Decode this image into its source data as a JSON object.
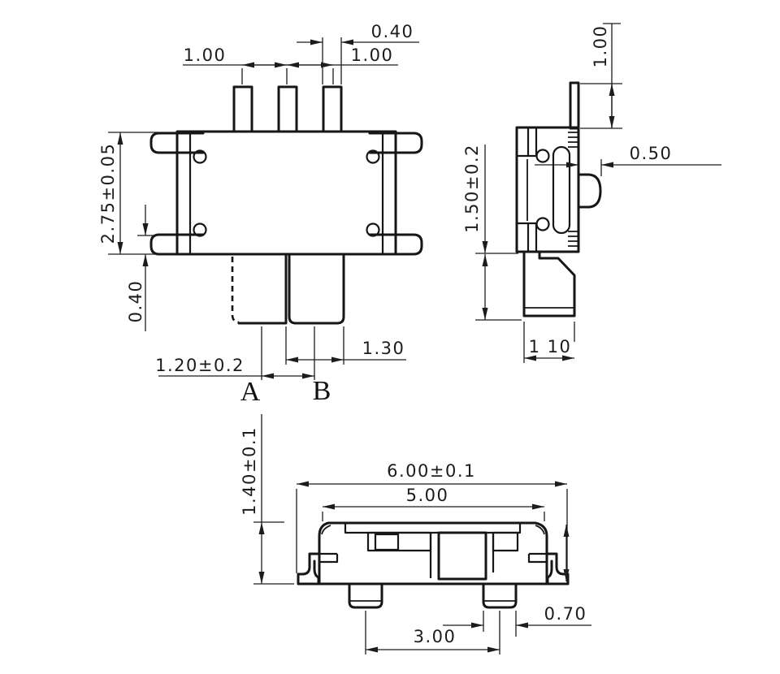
{
  "colors": {
    "background": "#ffffff",
    "line": "#1c1c1c"
  },
  "top_view": {
    "dim_pin_pitch_left": "1.00",
    "dim_pin_width": "0.40",
    "dim_pin_pitch_right": "1.00",
    "dim_body_width": "2.75±0.05",
    "dim_pad_offset": "0.40",
    "dim_travel": "1.20±0.2",
    "dim_knob_width": "1.30",
    "label_pos_a": "A",
    "label_pos_b": "B"
  },
  "side_view": {
    "dim_pin_length": "1.00",
    "dim_knob_protrusion": "0.50",
    "dim_body_height": "1.50±0.2",
    "dim_foot_length": "1 10"
  },
  "front_view": {
    "dim_overall_height": "1.40±0.1",
    "dim_overall_length": "6.00±0.1",
    "dim_body_length": "5.00",
    "dim_terminal_pitch": "3.00",
    "dim_terminal_width": "0.70"
  }
}
